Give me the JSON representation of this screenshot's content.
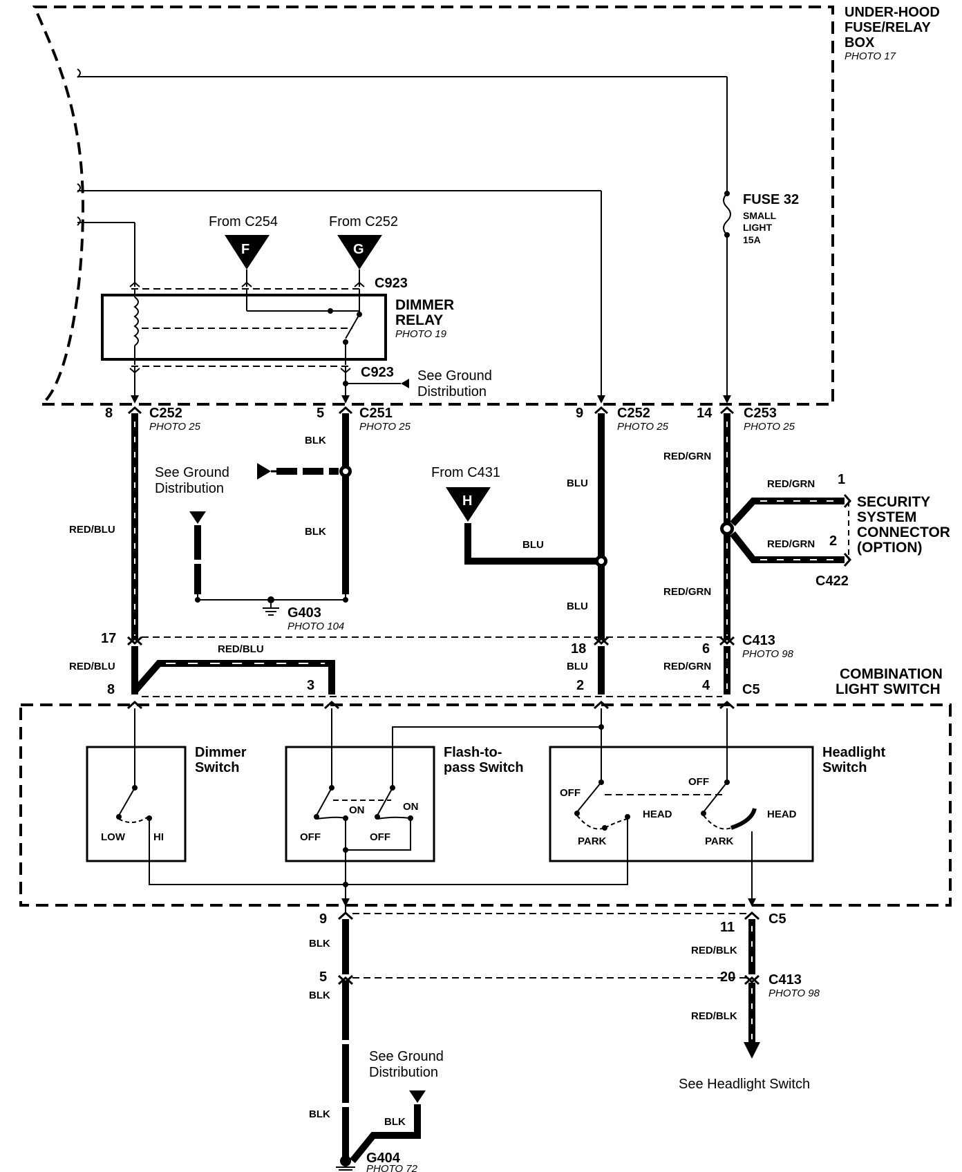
{
  "under_hood_box": {
    "title_line1": "UNDER-HOOD",
    "title_line2": "FUSE/RELAY",
    "title_line3": "BOX",
    "photo": "PHOTO 17"
  },
  "fuse": {
    "name": "FUSE 32",
    "desc1": "SMALL",
    "desc2": "LIGHT",
    "rating": "15A"
  },
  "from_c254": {
    "text": "From C254",
    "letter": "F"
  },
  "from_c252": {
    "text": "From C252",
    "letter": "G"
  },
  "from_c431": {
    "text": "From C431",
    "letter": "H"
  },
  "dimmer_relay": {
    "line1": "DIMMER",
    "line2": "RELAY",
    "photo": "PHOTO 19",
    "conn_top": "C923",
    "conn_bottom": "C923"
  },
  "ground_refs": {
    "relay_ground": [
      "See Ground",
      "Distribution"
    ],
    "left_ground": [
      "See Ground",
      "Distribution"
    ],
    "bottom_ground": [
      "See Ground",
      "Distribution"
    ]
  },
  "connectors": {
    "c252_left": {
      "pin": "8",
      "name": "C252",
      "photo": "PHOTO 25"
    },
    "c251": {
      "pin": "5",
      "name": "C251",
      "photo": "PHOTO 25"
    },
    "c252_right": {
      "pin": "9",
      "name": "C252",
      "photo": "PHOTO 25"
    },
    "c253": {
      "pin": "14",
      "name": "C253",
      "photo": "PHOTO 25"
    },
    "c413_top": {
      "name": "C413",
      "photo": "PHOTO 98",
      "pins": [
        "17",
        "18",
        "6"
      ]
    },
    "c5_top": {
      "name": "C5",
      "pins": [
        "8",
        "3",
        "2",
        "4"
      ]
    },
    "c5_bottom": {
      "name": "C5",
      "pins": [
        "9",
        "11"
      ]
    },
    "c413_bottom": {
      "name": "C413",
      "photo": "PHOTO 98",
      "pins": [
        "5",
        "20"
      ]
    },
    "c422": {
      "name": "C422",
      "pins": [
        "1",
        "2"
      ]
    }
  },
  "grounds": {
    "g403": {
      "name": "G403",
      "photo": "PHOTO 104"
    },
    "g404": {
      "name": "G404",
      "photo": "PHOTO 72"
    }
  },
  "wire_colors": {
    "red_blu": "RED/BLU",
    "blk": "BLK",
    "blu": "BLU",
    "red_grn": "RED/GRN",
    "red_blk": "RED/BLK"
  },
  "security_connector": {
    "line1": "SECURITY",
    "line2": "SYSTEM",
    "line3": "CONNECTOR",
    "line4": "(OPTION)"
  },
  "combination_switch": {
    "line1": "COMBINATION",
    "line2": "LIGHT SWITCH"
  },
  "dimmer_switch": {
    "line1": "Dimmer",
    "line2": "Switch",
    "low": "LOW",
    "hi": "HI"
  },
  "flash_switch": {
    "line1": "Flash-to-",
    "line2": "pass Switch",
    "on": "ON",
    "off": "OFF"
  },
  "headlight_switch": {
    "line1": "Headlight",
    "line2": "Switch",
    "off": "OFF",
    "park": "PARK",
    "head": "HEAD"
  },
  "see_headlight": "See Headlight Switch"
}
